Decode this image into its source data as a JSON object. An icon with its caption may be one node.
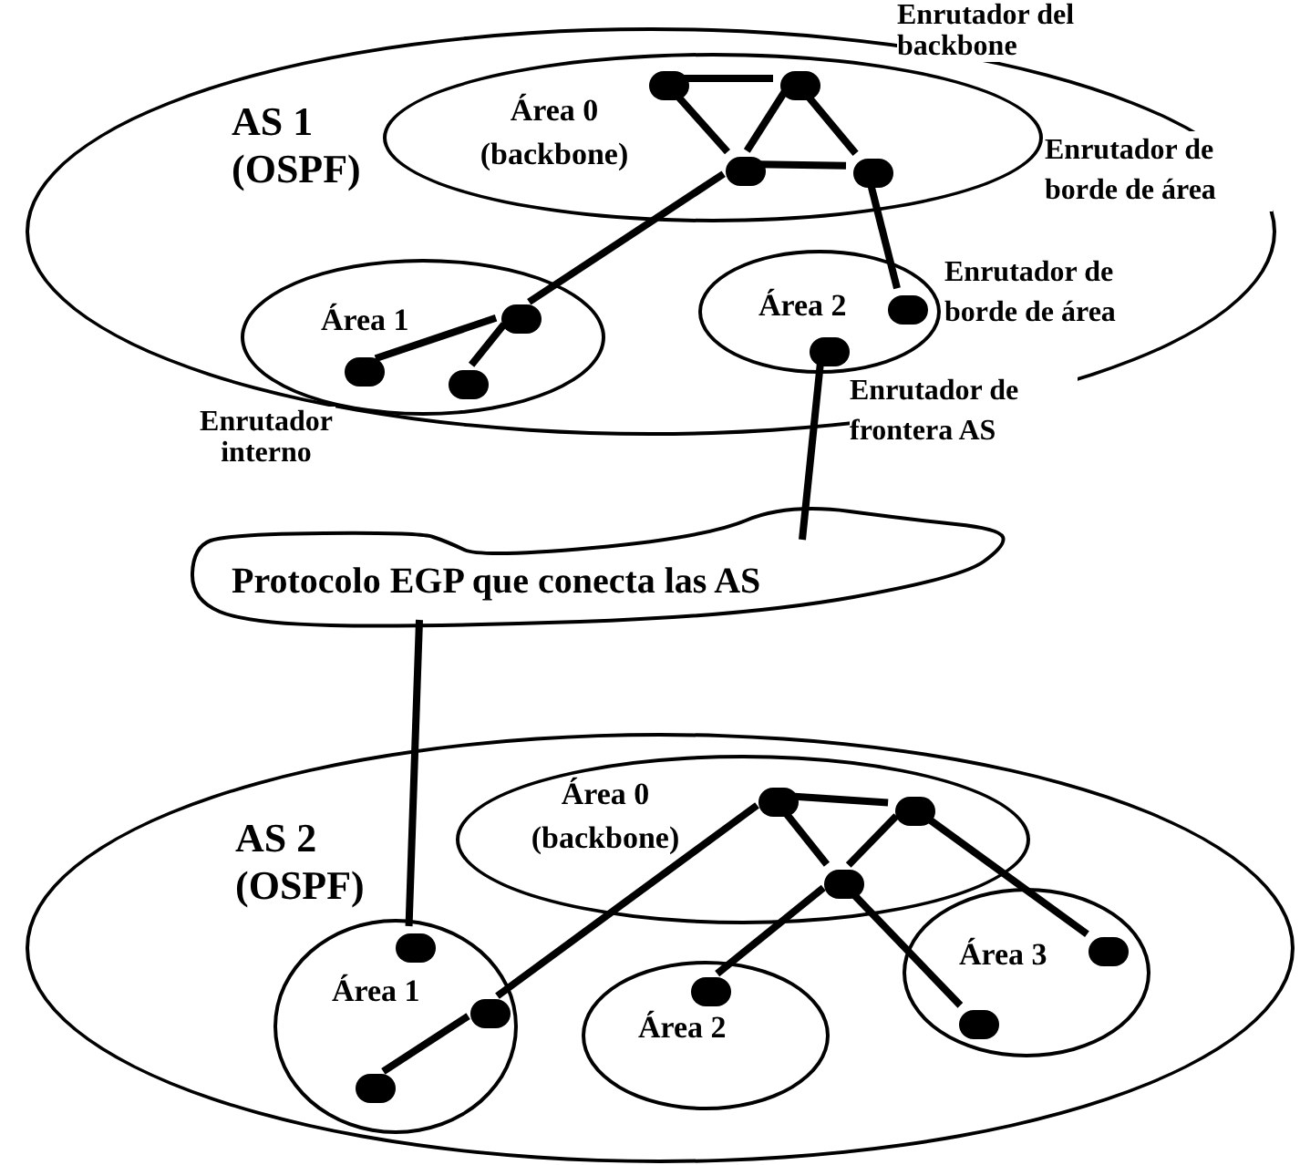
{
  "diagram": {
    "nodes": [
      {
        "text": [
          "AS 1 (OSPF)"
        ]
      },
      {
        "text": [
          "Área 0 (backbone)"
        ],
        "in": 0
      },
      {
        "text": [],
        "shape": "circle",
        "in": 1
      },
      {
        "text": [],
        "shape": "circle",
        "in": 1,
        "beside": [
          "Enrutador del backbone"
        ]
      },
      {
        "text": [],
        "shape": "circle",
        "in": 1
      },
      {
        "text": [],
        "shape": "circle",
        "in": 1
      },
      {
        "text": [
          "Área 1"
        ],
        "in": 0
      },
      {
        "text": [],
        "shape": "circle",
        "in": 6
      },
      {
        "text": [],
        "shape": "circle",
        "in": 6,
        "beside": [
          "Enrutador interno"
        ]
      },
      {
        "text": [],
        "shape": "circle",
        "in": 6
      },
      {
        "text": [
          "Área 2"
        ],
        "in": 0
      },
      {
        "text": [],
        "shape": "circle",
        "in": 10,
        "beside": [
          "Enrutador de borde de área"
        ]
      },
      {
        "text": [],
        "shape": "circle",
        "in": 10,
        "beside": [
          "Enrutador de frontera AS"
        ]
      },
      {
        "text": [
          "Protocolo EGP que conecta las AS"
        ]
      },
      {
        "text": [
          "AS 2 (OSPF)"
        ]
      },
      {
        "text": [
          "Área 0 (backbone)"
        ],
        "in": 14
      },
      {
        "text": [],
        "shape": "circle",
        "in": 15
      },
      {
        "text": [],
        "shape": "circle",
        "in": 15
      },
      {
        "text": [],
        "shape": "circle",
        "in": 15
      },
      {
        "text": [
          "Área 1"
        ],
        "in": 14
      },
      {
        "text": [],
        "shape": "circle",
        "in": 19
      },
      {
        "text": [],
        "shape": "circle",
        "in": 19
      },
      {
        "text": [],
        "shape": "circle",
        "in": 19
      },
      {
        "text": [
          "Área 2"
        ],
        "in": 14
      },
      {
        "text": [],
        "shape": "circle",
        "in": 23
      },
      {
        "text": [
          "Área 3"
        ],
        "in": 14
      },
      {
        "text": [],
        "shape": "circle",
        "in": 25
      },
      {
        "text": [],
        "shape": "circle",
        "in": 25
      }
    ],
    "edges": [
      {
        "from": 2,
        "to": 3,
        "arrow": "none"
      },
      {
        "from": 2,
        "to": 4,
        "arrow": "none"
      },
      {
        "from": 3,
        "to": 4,
        "arrow": "none"
      },
      {
        "from": 3,
        "to": 5,
        "arrow": "none"
      },
      {
        "from": 4,
        "to": 5,
        "arrow": "none"
      },
      {
        "from": 4,
        "to": 7,
        "arrow": "none"
      },
      {
        "from": 7,
        "to": 8,
        "arrow": "none"
      },
      {
        "from": 7,
        "to": 9,
        "arrow": "none"
      },
      {
        "from": 5,
        "to": 11,
        "arrow": "none"
      },
      {
        "from": 12,
        "to": 13,
        "arrow": "none"
      },
      {
        "from": 13,
        "to": 20,
        "arrow": "none"
      },
      {
        "from": 16,
        "to": 17,
        "arrow": "none"
      },
      {
        "from": 16,
        "to": 18,
        "arrow": "none"
      },
      {
        "from": 17,
        "to": 18,
        "arrow": "none"
      },
      {
        "from": 16,
        "to": 21,
        "arrow": "none"
      },
      {
        "from": 21,
        "to": 22,
        "arrow": "none"
      },
      {
        "from": 18,
        "to": 24,
        "arrow": "none"
      },
      {
        "from": 18,
        "to": 27,
        "arrow": "none"
      },
      {
        "from": 17,
        "to": 26,
        "arrow": "none"
      }
    ],
    "labels": [
      "Enrutador de borde de área"
    ]
  }
}
